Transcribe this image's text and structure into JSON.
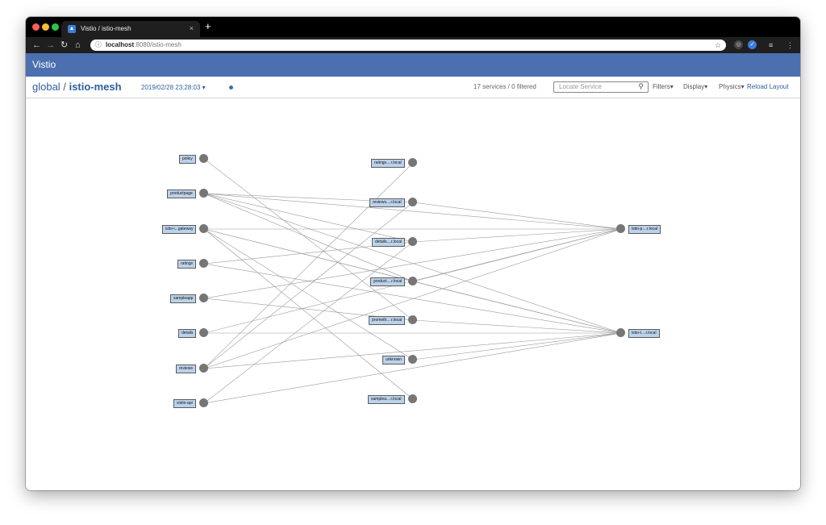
{
  "browser": {
    "tab_title": "Vistio / istio-mesh",
    "tab_close": "×",
    "new_tab": "+",
    "url_host": "localhost",
    "url_rest": ":8080/istio-mesh",
    "colors": {
      "close": "#ff5f57",
      "minimize": "#febc2e",
      "maximize": "#28c840"
    }
  },
  "app": {
    "title": "Vistio"
  },
  "header": {
    "breadcrumb_root": "global",
    "breadcrumb_sep": "/",
    "breadcrumb_current": "istio-mesh",
    "timestamp": "2019/02/28 23:28:03 ▾",
    "service_count": "17 services / 0 filtered",
    "search_placeholder": "Locate Service",
    "filters": "Filters▾",
    "display": "Display▾",
    "physics": "Physics▾",
    "reload": "Reload Layout"
  },
  "graph": {
    "left": [
      "policy",
      "productpage",
      "istio-i...gateway",
      "ratings",
      "sampleapp",
      "details",
      "reviews",
      "vistio-api"
    ],
    "middle": [
      "ratings....r.local",
      "reviews....r.local",
      "details....r.local",
      "product....r.local",
      "prometh....r.local",
      "unknown",
      "samplea....r.local"
    ],
    "right": [
      "istio-p....r.local",
      "istio-t....r.local"
    ]
  }
}
